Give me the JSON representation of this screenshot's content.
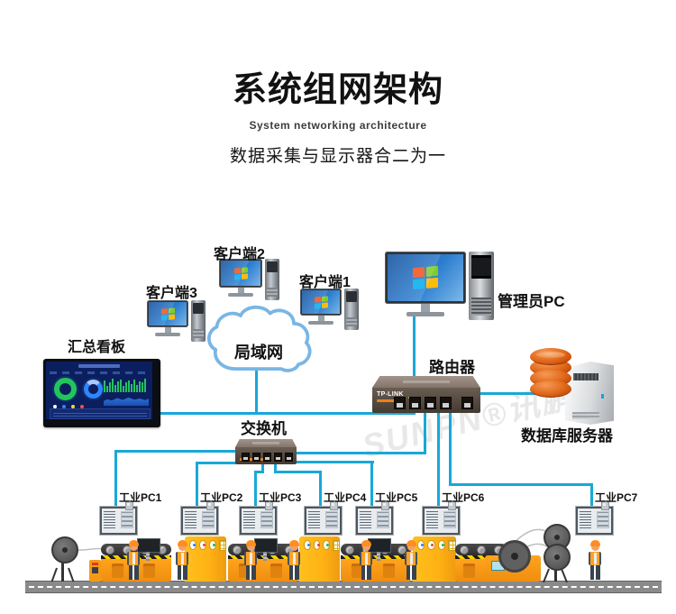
{
  "header": {
    "title": "系统组网架构",
    "subtitle_en": "System networking architecture",
    "subtitle_cn": "数据采集与显示器合二为一"
  },
  "nodes": {
    "client2": "客户端2",
    "client3": "客户端3",
    "client1": "客户端1",
    "lan": "局域网",
    "admin_pc": "管理员PC",
    "summary_board": "汇总看板",
    "router": "路由器",
    "switch": "交换机",
    "db_server": "数据库服务器"
  },
  "router_brand": "TP-LINK",
  "industrial_pcs": [
    {
      "label": "工业PC1"
    },
    {
      "label": "工业PC2"
    },
    {
      "label": "工业PC3"
    },
    {
      "label": "工业PC4"
    },
    {
      "label": "工业PC5"
    },
    {
      "label": "工业PC6"
    },
    {
      "label": "工业PC7"
    }
  ],
  "watermark": "SUNPN®讯鹏",
  "colors": {
    "cable": "#18a8d8",
    "machine_yellow": "#ffb114",
    "machine_orange": "#f7941e",
    "database_orange": "#e06517",
    "screen_blue": "#2e7fd0"
  }
}
